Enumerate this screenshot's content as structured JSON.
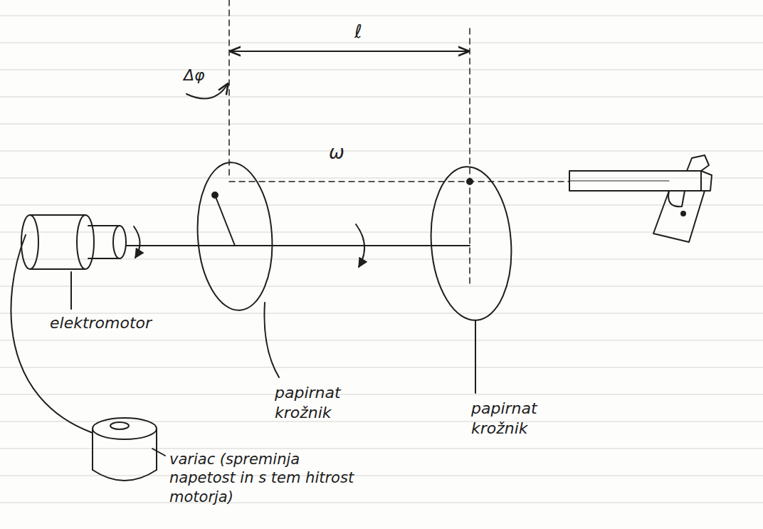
{
  "diagram": {
    "labels": [
      "ℓ",
      "Δφ",
      "ω",
      "elektromotor",
      "papirnat krožnik",
      "papirnat krožnik",
      "variac (spreminja napetost in s tem hitrost motorja)"
    ]
  }
}
